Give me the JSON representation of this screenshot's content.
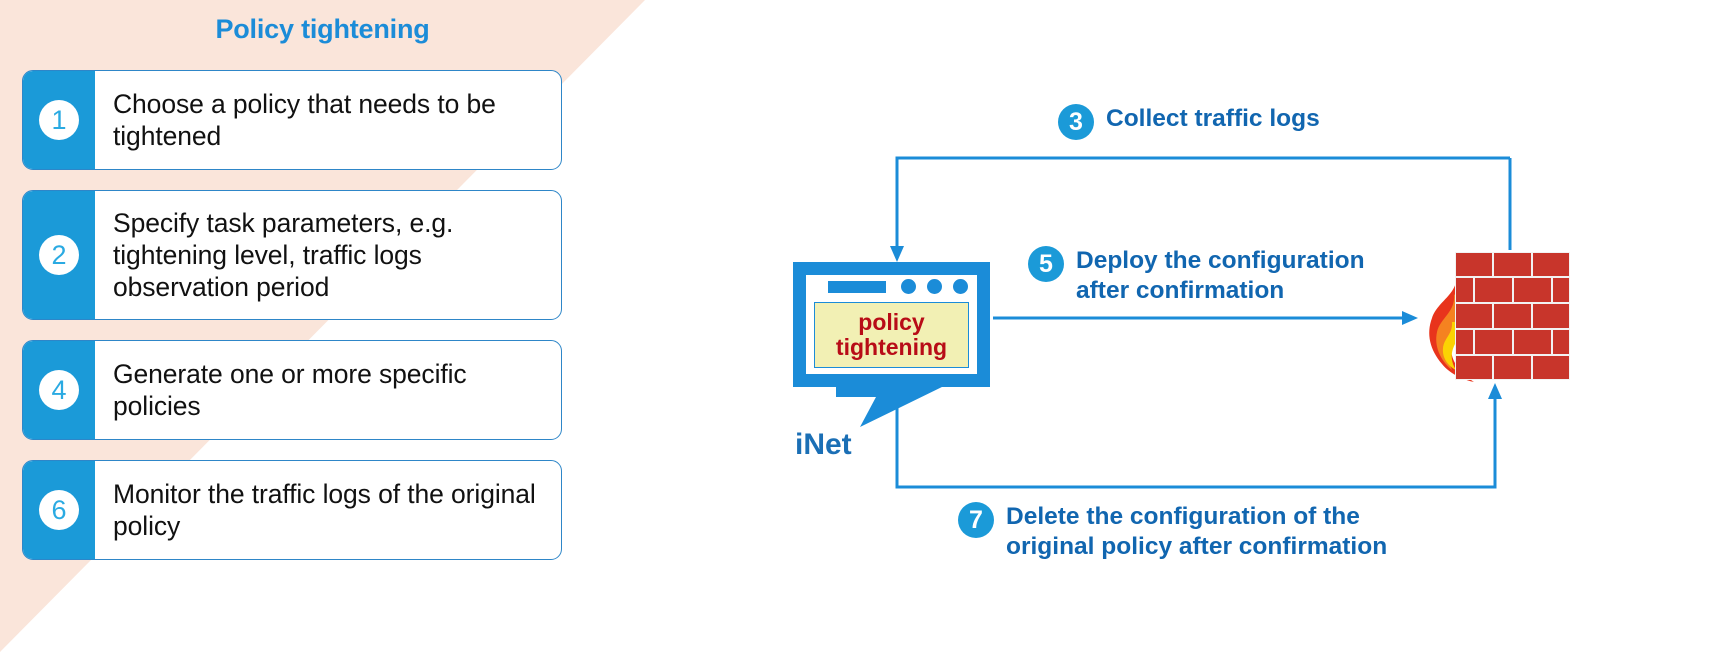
{
  "left_panel": {
    "title": "Policy tightening",
    "background_color": "#FAE5DA",
    "title_color": "#1B8CD8",
    "cards": [
      {
        "number": "1",
        "text": "Choose a policy that needs to be tightened"
      },
      {
        "number": "2",
        "text": "Specify task parameters, e.g. tightening level, traffic logs observation period"
      },
      {
        "number": "4",
        "text": "Generate one or more specific policies"
      },
      {
        "number": "6",
        "text": "Monitor the traffic logs of the original policy"
      }
    ]
  },
  "diagram": {
    "system": {
      "screen_text_line1": "policy",
      "screen_text_line2": "tightening",
      "label": "iNet",
      "screen_color": "#F2F0B4",
      "screen_text_color": "#B80C17",
      "frame_color": "#1B8CD8",
      "label_color": "#1B6FB5"
    },
    "device": {
      "name": "firewall",
      "brick_color": "#C8352B",
      "flame_colors": [
        "#E8341C",
        "#F58220",
        "#FBD303"
      ]
    },
    "steps": [
      {
        "number": "3",
        "text": "Collect traffic logs"
      },
      {
        "number": "5",
        "text": "Deploy the configuration\nafter confirmation"
      },
      {
        "number": "7",
        "text": "Delete the configuration of the\noriginal policy after confirmation"
      }
    ],
    "accent_color": "#1B9AD8",
    "step_text_color": "#1166B0"
  }
}
